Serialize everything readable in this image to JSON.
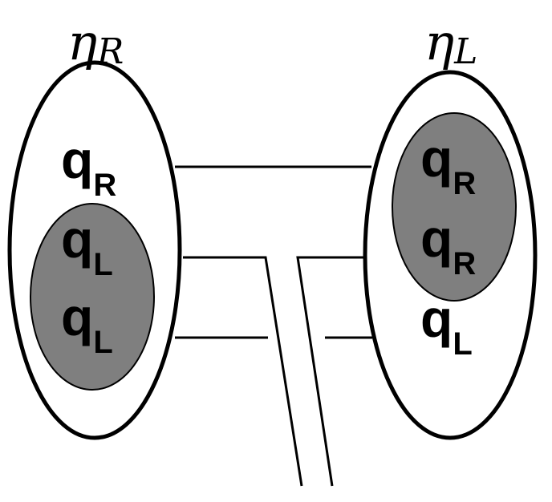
{
  "left_cluster": {
    "label_main": "η",
    "label_sub": "R",
    "quarks": [
      {
        "base": "q",
        "sub": "R"
      },
      {
        "base": "q",
        "sub": "L"
      },
      {
        "base": "q",
        "sub": "L"
      }
    ]
  },
  "right_cluster": {
    "label_main": "η",
    "label_sub": "L",
    "quarks": [
      {
        "base": "q",
        "sub": "R"
      },
      {
        "base": "q",
        "sub": "R"
      },
      {
        "base": "q",
        "sub": "L"
      }
    ]
  },
  "colors": {
    "outline": "#000000",
    "diquark_fill": "#7f7f7f",
    "background": "#ffffff"
  }
}
